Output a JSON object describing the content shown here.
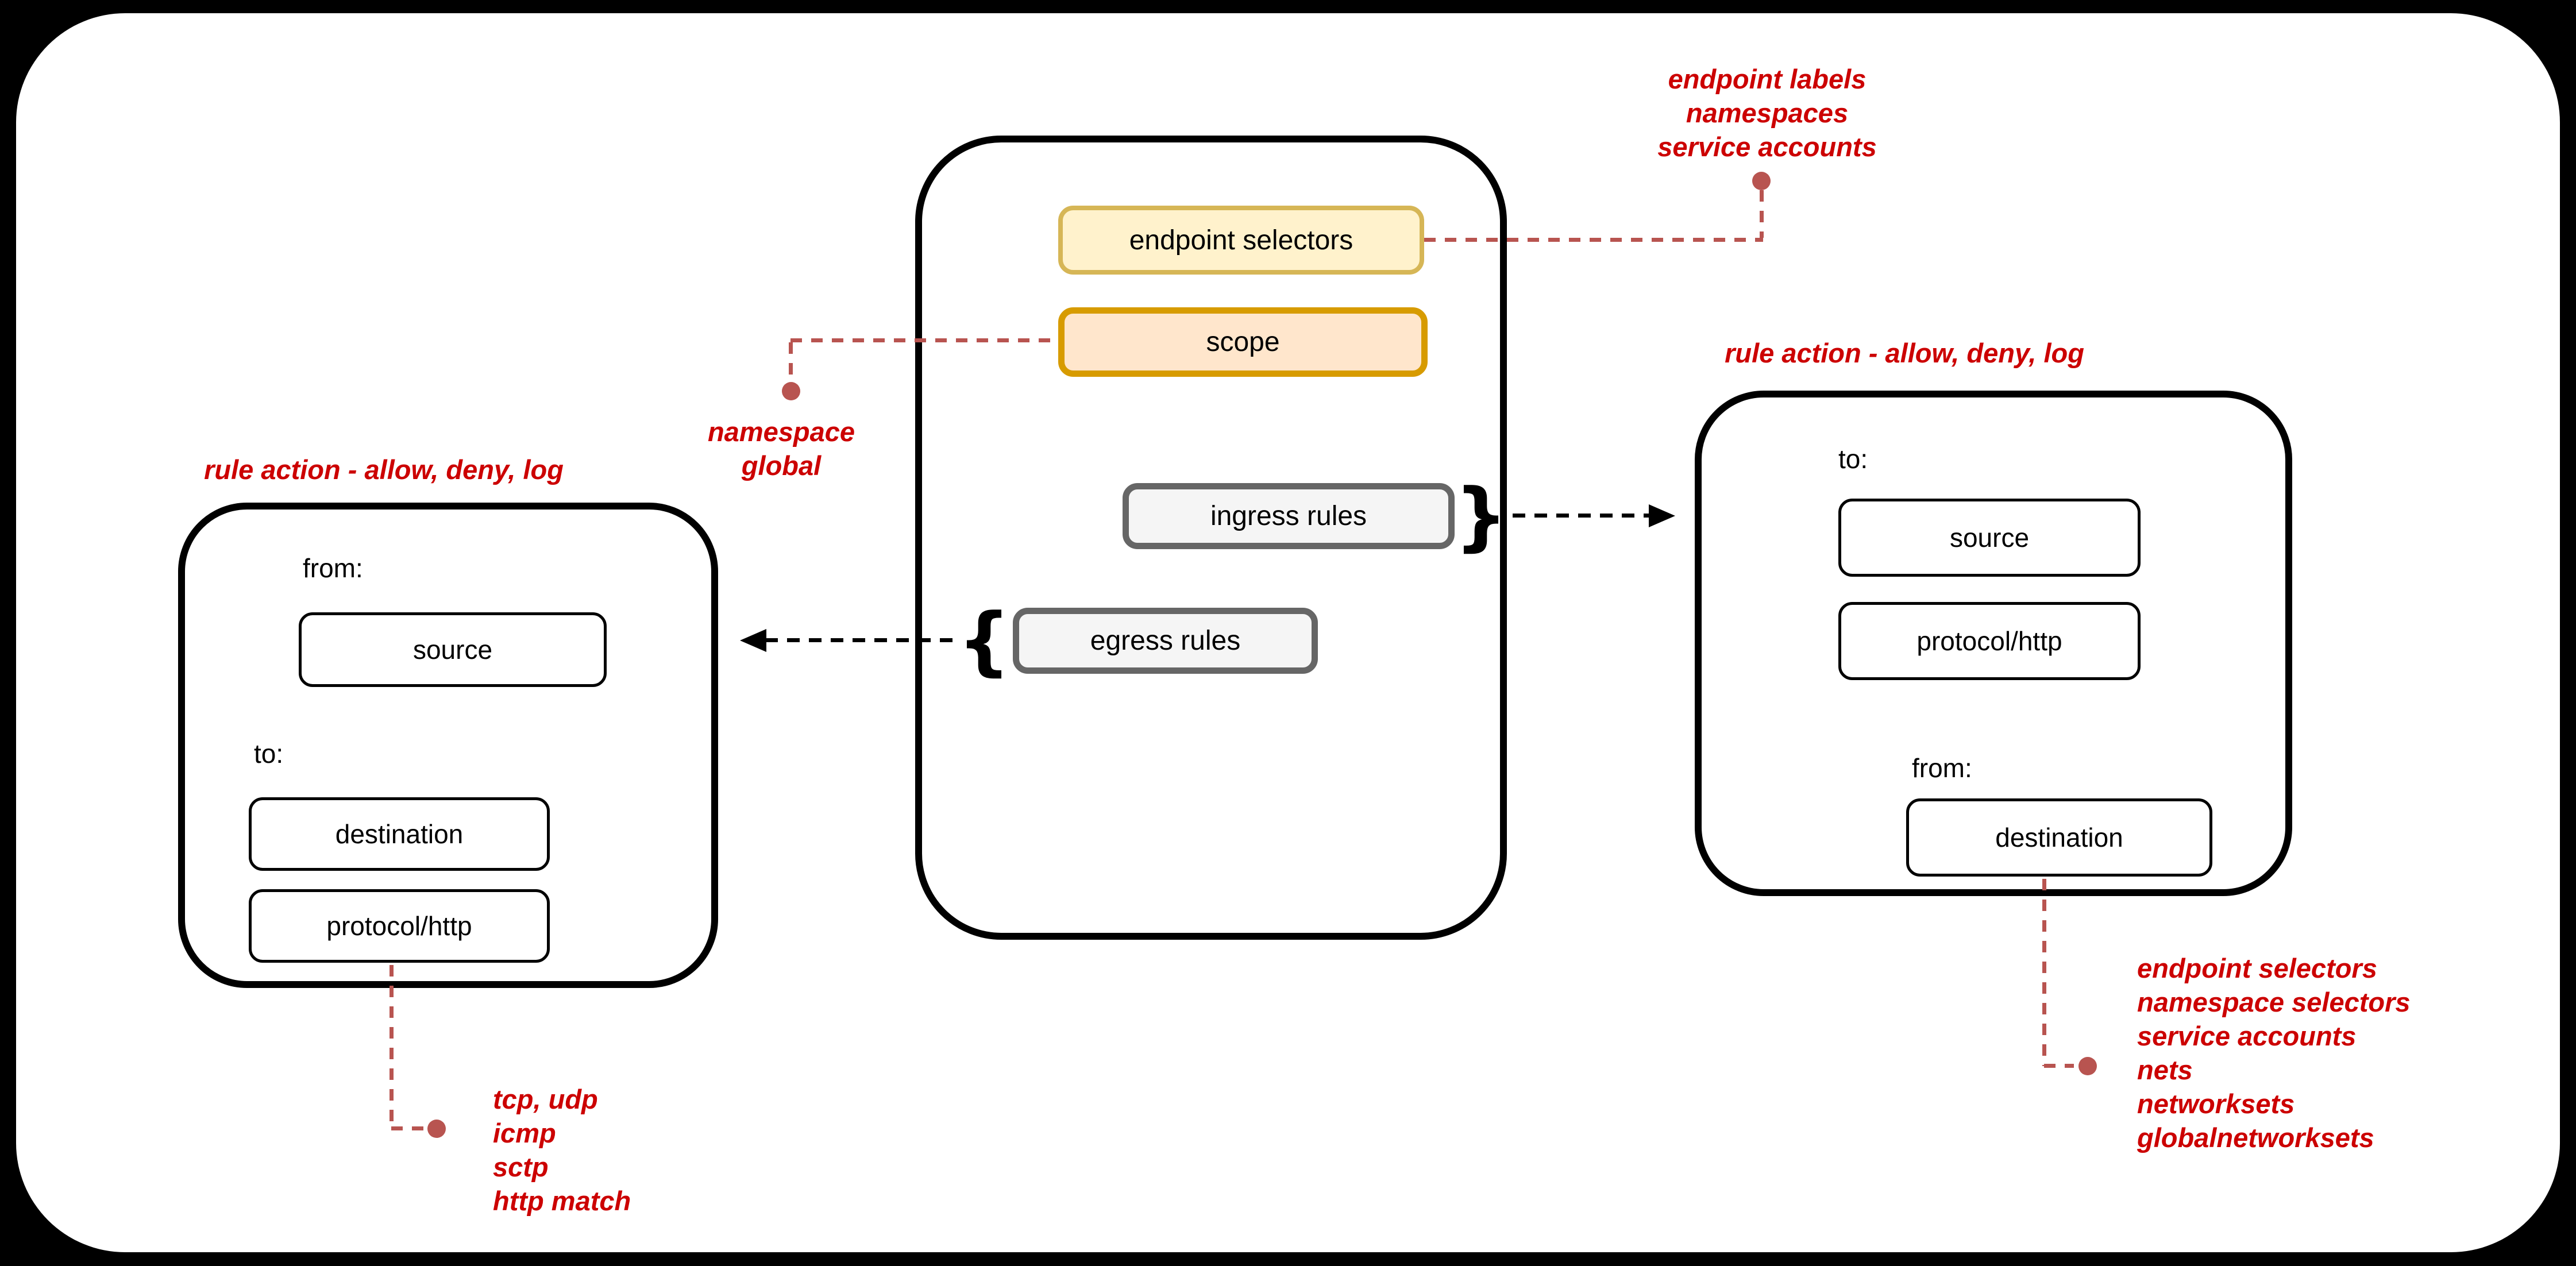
{
  "colors": {
    "background": "#000000",
    "canvas": "#ffffff",
    "annotation_text": "#CC0000",
    "connector": "#B85450",
    "endpoint_fill": "#FFF2CC",
    "endpoint_border": "#D6B656",
    "scope_fill": "#FFE6CC",
    "scope_border": "#D79B00",
    "rules_fill": "#F5F5F5",
    "rules_border": "#666666",
    "line_black": "#000000"
  },
  "policy": {
    "endpoint_selectors": "endpoint selectors",
    "scope": "scope",
    "ingress_rules": "ingress rules",
    "egress_rules": "egress rules"
  },
  "glyphs": {
    "open_brace": "{",
    "close_brace": "}"
  },
  "egress_rule_box": {
    "title": "rule action - allow, deny, log",
    "from_label": "from:",
    "source": "source",
    "to_label": "to:",
    "destination": "destination",
    "protocol": "protocol/http"
  },
  "ingress_rule_box": {
    "title": "rule action - allow, deny, log",
    "to_label": "to:",
    "source": "source",
    "protocol": "protocol/http",
    "from_label": "from:",
    "destination": "destination"
  },
  "annotations": {
    "selector_values": {
      "lines": [
        "endpoint labels",
        "namespaces",
        "service accounts"
      ]
    },
    "scope_values": {
      "lines": [
        "namespace",
        "global"
      ]
    },
    "protocol_values": {
      "lines": [
        "tcp, udp",
        "icmp",
        "sctp",
        "http match"
      ]
    },
    "destination_values": {
      "lines": [
        "endpoint selectors",
        "namespace selectors",
        "service accounts",
        "nets",
        "networksets",
        "globalnetworksets"
      ]
    }
  }
}
